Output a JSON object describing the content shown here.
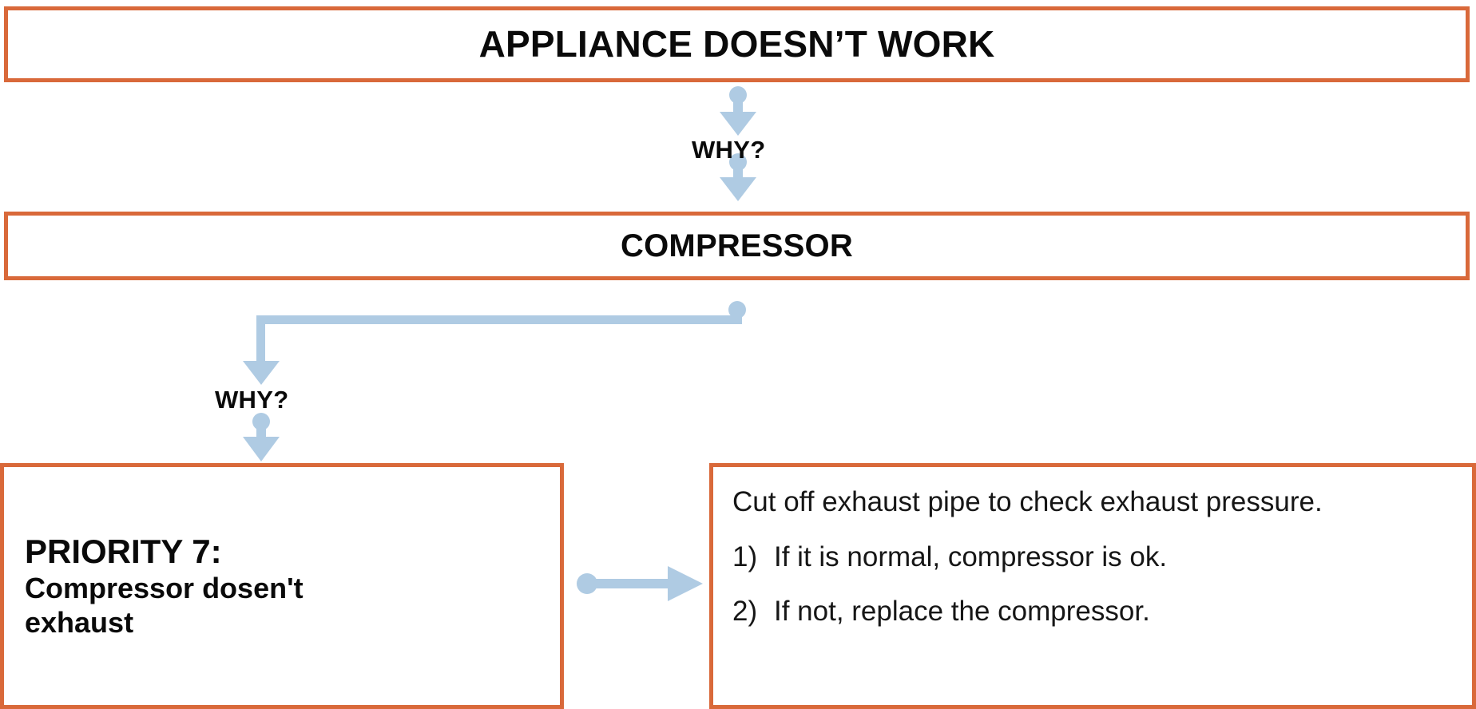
{
  "diagram": {
    "title": "APPLIANCE DOESN'T WORK",
    "type": "five-whys-troubleshooting-flowchart",
    "accent_color": "#d9693a",
    "connector_color": "#afcbe3",
    "text_color": "#0a0a0a",
    "background_color": "#ffffff"
  },
  "nodes": {
    "appliance": {
      "label": "APPLIANCE DOESN’T WORK"
    },
    "compressor": {
      "label": "COMPRESSOR"
    },
    "priority": {
      "title": "PRIORITY 7:",
      "subtitle": "Compressor dosen't exhaust"
    },
    "action": {
      "lead": "Cut off exhaust pipe to check exhaust pressure.",
      "items": [
        {
          "marker": "1)",
          "text": "If it is normal, compressor is ok."
        },
        {
          "marker": "2)",
          "text": "If not, replace the compressor."
        }
      ]
    }
  },
  "connectors": {
    "why_1": "WHY?",
    "why_2": "WHY?"
  }
}
